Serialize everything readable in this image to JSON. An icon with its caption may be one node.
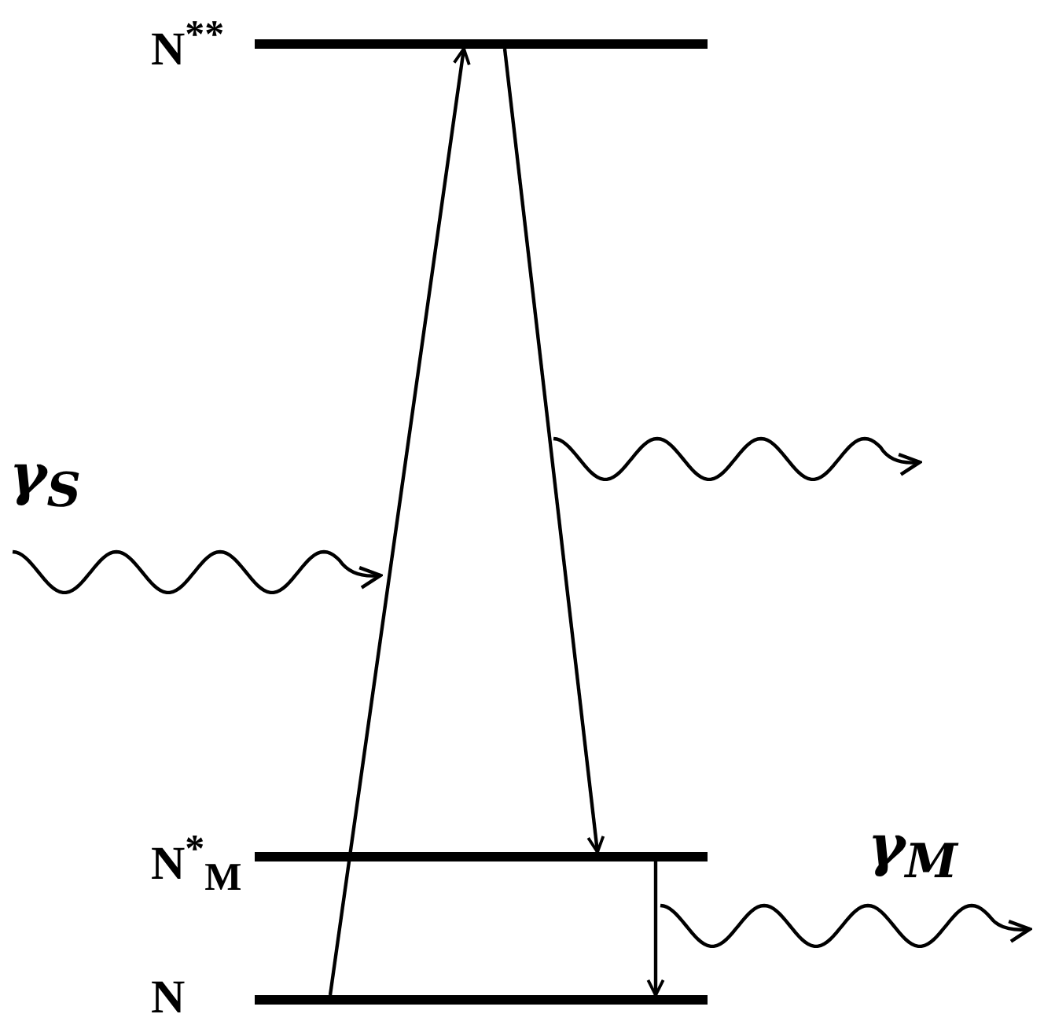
{
  "diagram": {
    "nodes": [
      {
        "text": [
          "N$^{**}$"
        ]
      },
      {
        "text": [
          "N$^{*}$$_{M}$"
        ]
      },
      {
        "text": [
          "N"
        ]
      }
    ],
    "edges": [
      {
        "from": 2,
        "to": 0,
        "arrow": "to"
      },
      {
        "from": 0,
        "to": 1,
        "arrow": "to"
      },
      {
        "from": 1,
        "to": 2,
        "arrow": "to"
      }
    ],
    "labels": [
      "γ$_{S}$",
      "γ$_{M}$"
    ]
  }
}
